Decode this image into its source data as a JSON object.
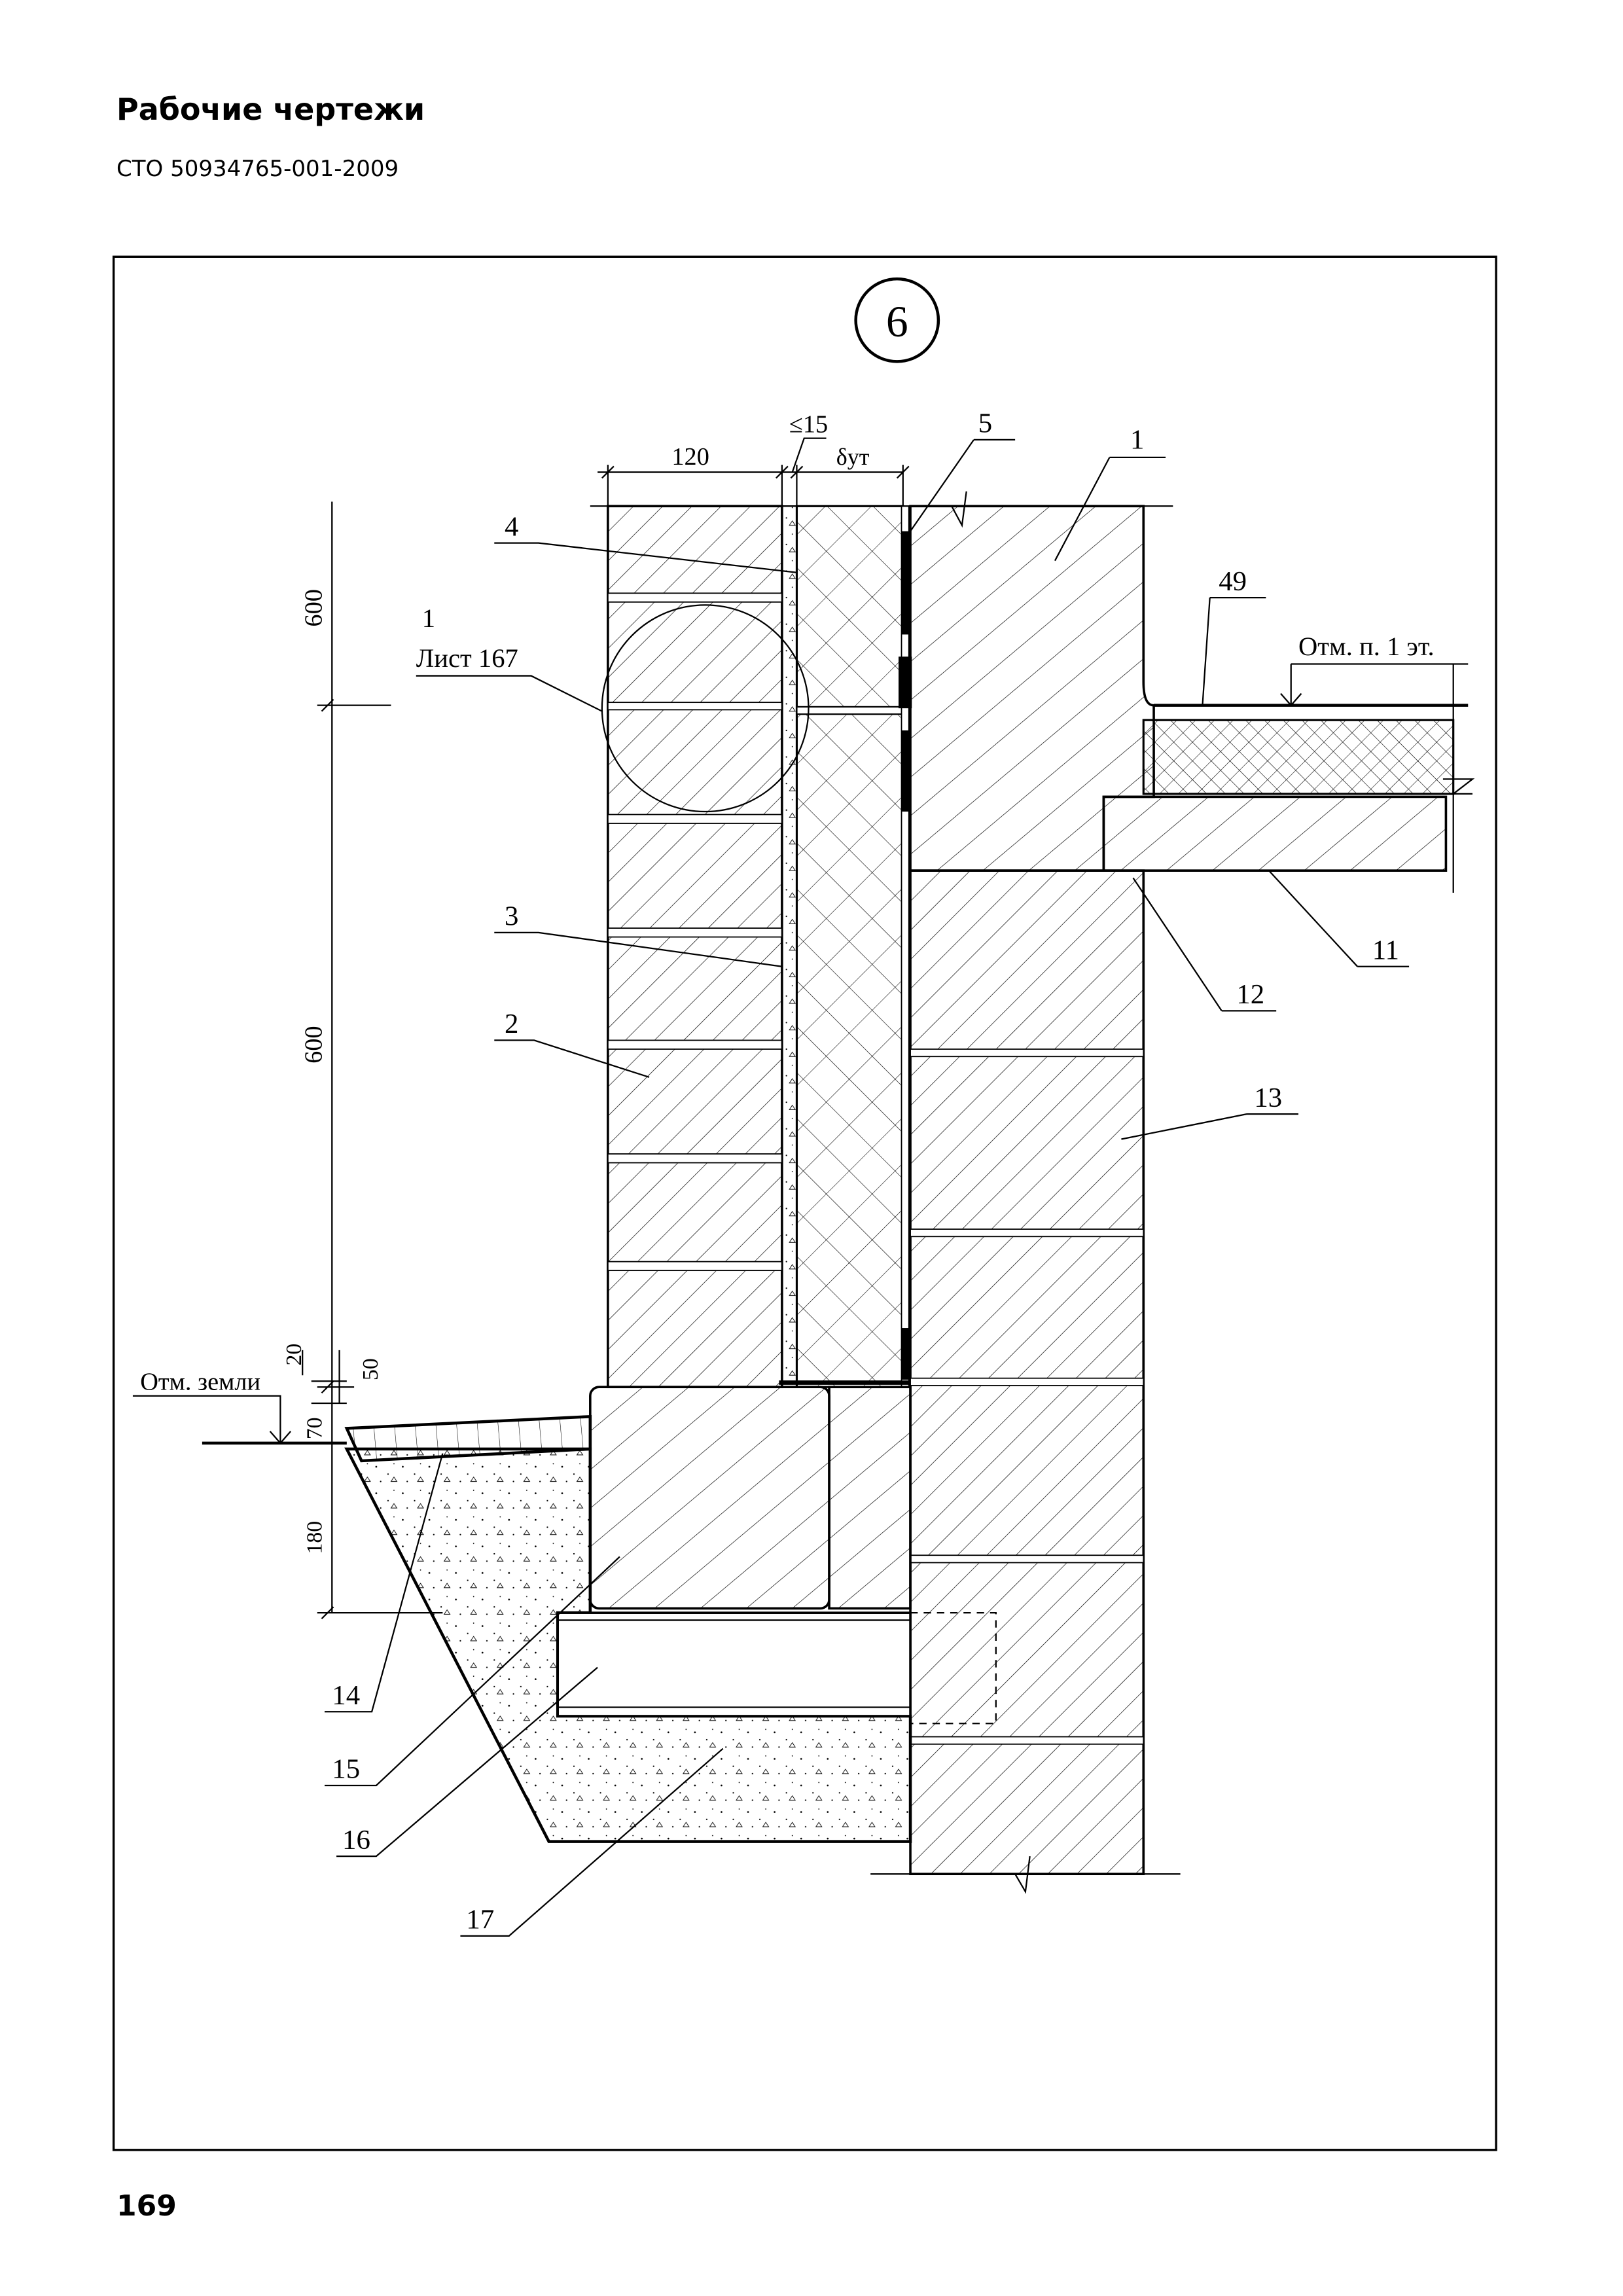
{
  "header": {
    "title": "Рабочие чертежи",
    "standard": "СТО 50934765-001-2009"
  },
  "page_number": "169",
  "drawing": {
    "detail_number": "6",
    "dimensions": {
      "veneer": "120",
      "gap": "≤15",
      "insulation": "δут",
      "upper": "600",
      "middle": "600",
      "d20": "20",
      "d50": "50",
      "d70": "70",
      "d180": "180"
    },
    "levels": {
      "ground": "Отм. земли",
      "floor": "Отм. п. 1 эт."
    },
    "reference": {
      "number": "1",
      "sheet": "Лист 167"
    },
    "callouts": [
      "1",
      "2",
      "3",
      "4",
      "5",
      "11",
      "12",
      "13",
      "14",
      "15",
      "16",
      "17",
      "49"
    ],
    "line_color": "#000000"
  }
}
